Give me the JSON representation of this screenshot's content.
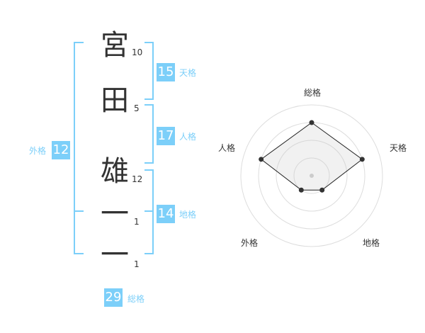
{
  "name": {
    "characters": [
      {
        "char": "宮",
        "strokes": "10"
      },
      {
        "char": "田",
        "strokes": "5"
      },
      {
        "char": "雄",
        "strokes": "12"
      },
      {
        "char": "一",
        "strokes": "1"
      },
      {
        "char": "一",
        "strokes": "1"
      }
    ]
  },
  "kakusu": {
    "tenkaku": {
      "value": "15",
      "label": "天格"
    },
    "jinkaku": {
      "value": "17",
      "label": "人格"
    },
    "chikaku": {
      "value": "14",
      "label": "地格"
    },
    "gaikaku": {
      "value": "12",
      "label": "外格"
    },
    "soukaku": {
      "value": "29",
      "label": "総格"
    }
  },
  "colors": {
    "accent": "#7ccff9",
    "text": "#333333",
    "grid": "#dddddd",
    "fill": "#eeeeee"
  },
  "chart_data": {
    "type": "radar",
    "axes": [
      "総格",
      "天格",
      "地格",
      "外格",
      "人格"
    ],
    "values": [
      3,
      3,
      1,
      1,
      3
    ],
    "max": 4
  }
}
